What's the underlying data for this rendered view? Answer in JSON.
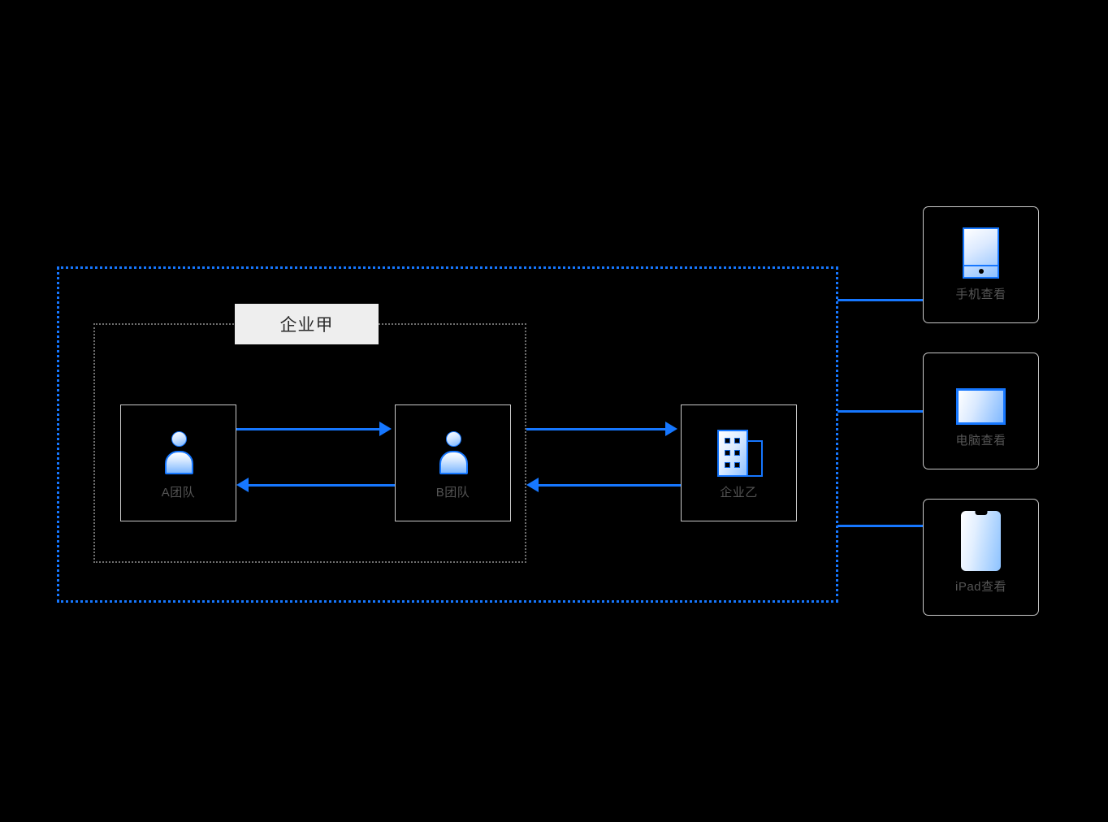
{
  "diagram": {
    "title": "",
    "colors": {
      "accent_blue": "#1677ff",
      "background": "#000000",
      "node_border": "#c9c9c9",
      "label_text": "#555555",
      "group_title_bg": "#eeeeee",
      "outer_boundary": "#1677ff",
      "inner_boundary": "#6e6e6e"
    },
    "group_title": "企业甲",
    "nodes": [
      {
        "id": "team-a",
        "label": "A团队",
        "icon": "person-icon"
      },
      {
        "id": "team-b",
        "label": "B团队",
        "icon": "person-icon"
      },
      {
        "id": "enterprise-b",
        "label": "企业乙",
        "icon": "building-icon"
      },
      {
        "id": "phone",
        "label": "手机查看",
        "icon": "phone-icon"
      },
      {
        "id": "desktop",
        "label": "电脑查看",
        "icon": "desktop-icon"
      },
      {
        "id": "ipad",
        "label": "iPad查看",
        "icon": "tablet-icon"
      }
    ],
    "connectors": [
      {
        "id": "team-a-to-team-b",
        "from": "team-a",
        "to": "team-b",
        "direction": "right",
        "style": "solid-arrow"
      },
      {
        "id": "team-b-to-team-a",
        "from": "team-b",
        "to": "team-a",
        "direction": "left",
        "style": "solid-arrow"
      },
      {
        "id": "team-b-to-enterprise-b",
        "from": "team-b",
        "to": "enterprise-b",
        "direction": "right",
        "style": "solid-arrow"
      },
      {
        "id": "enterprise-b-to-team-b",
        "from": "enterprise-b",
        "to": "team-b",
        "direction": "left",
        "style": "solid-arrow"
      },
      {
        "id": "boundary-to-phone",
        "from": "outer-boundary",
        "to": "phone",
        "direction": "none",
        "style": "plain-line"
      },
      {
        "id": "boundary-to-desktop",
        "from": "outer-boundary",
        "to": "desktop",
        "direction": "none",
        "style": "plain-line"
      },
      {
        "id": "boundary-to-ipad",
        "from": "outer-boundary",
        "to": "ipad",
        "direction": "none",
        "style": "plain-line"
      }
    ]
  }
}
